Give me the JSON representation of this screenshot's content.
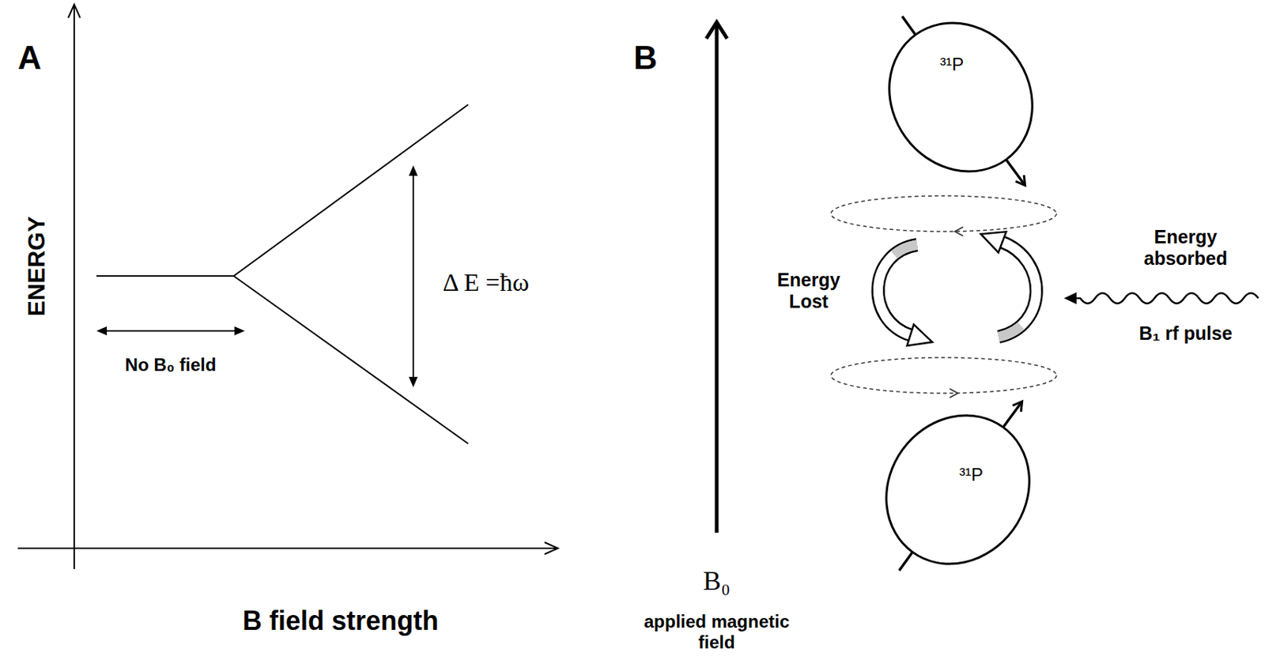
{
  "diagram": {
    "nodes": [
      {
        "text": [
          "³¹P"
        ]
      },
      {
        "text": [
          "³¹P"
        ]
      }
    ],
    "labels": [
      "A",
      "ENERGY",
      "No B₀ field",
      "Δ E =ħω",
      "B field strength",
      "B",
      "Energy Lost",
      "Energy absorbed",
      "B₁ rf pulse",
      "B₀",
      "applied magnetic field"
    ]
  }
}
